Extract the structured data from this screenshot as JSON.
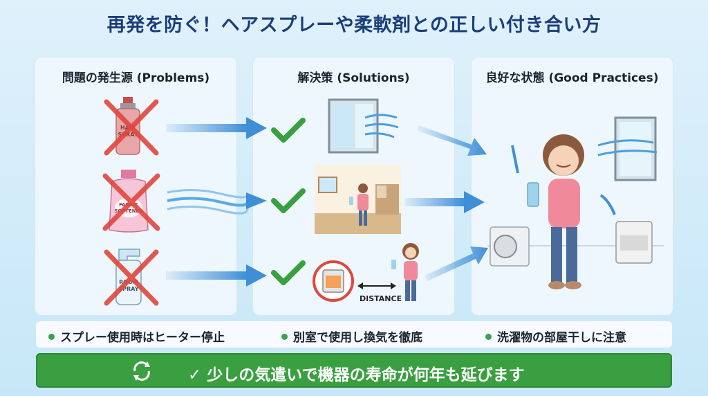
{
  "title": "再発を防ぐ！ヘアスプレーや柔軟剤との正しい付き合い方",
  "panels": {
    "problems": "問題の発生源 (Problems)",
    "solutions": "解決策 (Solutions)",
    "good": "良好な状態 (Good Practices)"
  },
  "product_labels": {
    "hair_spray_1": "HAIR",
    "hair_spray_2": "SPRAY",
    "softener_1": "FABRIC",
    "softener_2": "SOFTENER",
    "room_spray_1": "ROOM",
    "room_spray_2": "SPRAY"
  },
  "distance_label": "DISTANCE",
  "tips": [
    "スプレー使用時はヒーター停止",
    "別室で使用し換気を徹底",
    "洗濯物の部屋干しに注意"
  ],
  "banner": "✓ 少しの気遣いで機器の寿命が何年も延びます",
  "colors": {
    "accent_green": "#3a9f41",
    "cross_red": "#e0473c",
    "arrow_blue": "#3f8fd6",
    "title_navy": "#1c3d7a"
  }
}
